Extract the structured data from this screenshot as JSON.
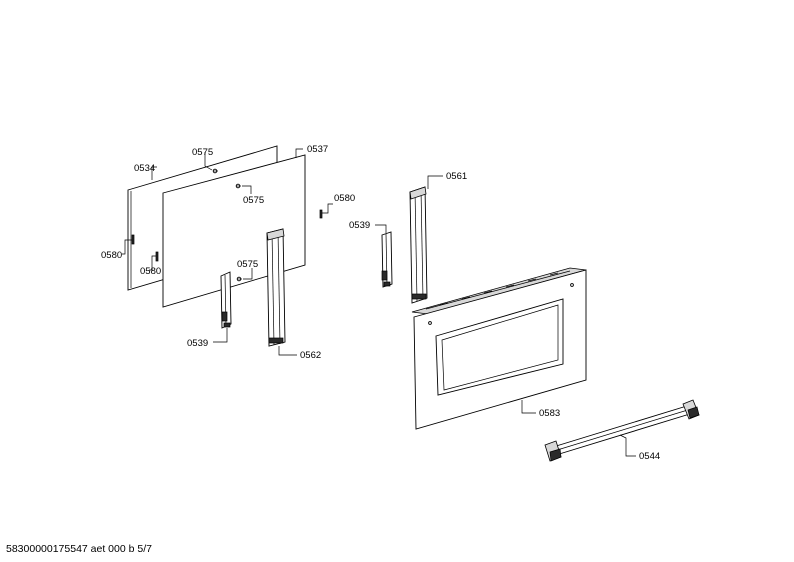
{
  "callouts": {
    "c0534": "0534",
    "c0575_top": "0575",
    "c0537": "0537",
    "c0575_mid": "0575",
    "c0580_left_outer": "0580",
    "c0580_left_inner": "0580",
    "c0575_low": "0575",
    "c0539_left": "0539",
    "c0562": "0562",
    "c0580_center": "0580",
    "c0539_right": "0539",
    "c0561": "0561",
    "c0583": "0583",
    "c0544": "0544"
  },
  "footer": {
    "document_id": "58300000175547 aet 000 b 5/7"
  }
}
